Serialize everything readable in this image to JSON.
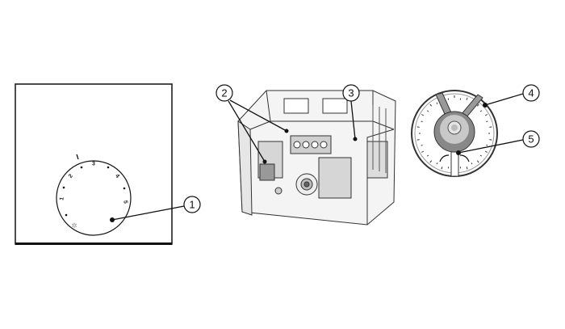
{
  "callouts": [
    "1",
    "2",
    "3",
    "4",
    "5"
  ],
  "front_dial": {
    "scale_labels": [
      "1",
      "2",
      "3",
      "4",
      "5"
    ],
    "top_mark": "I",
    "frost_icon": "snowflake-icon"
  },
  "colors": {
    "line": "#111111",
    "grey": "#9a9a9a",
    "light_grey": "#d4d4d4"
  }
}
